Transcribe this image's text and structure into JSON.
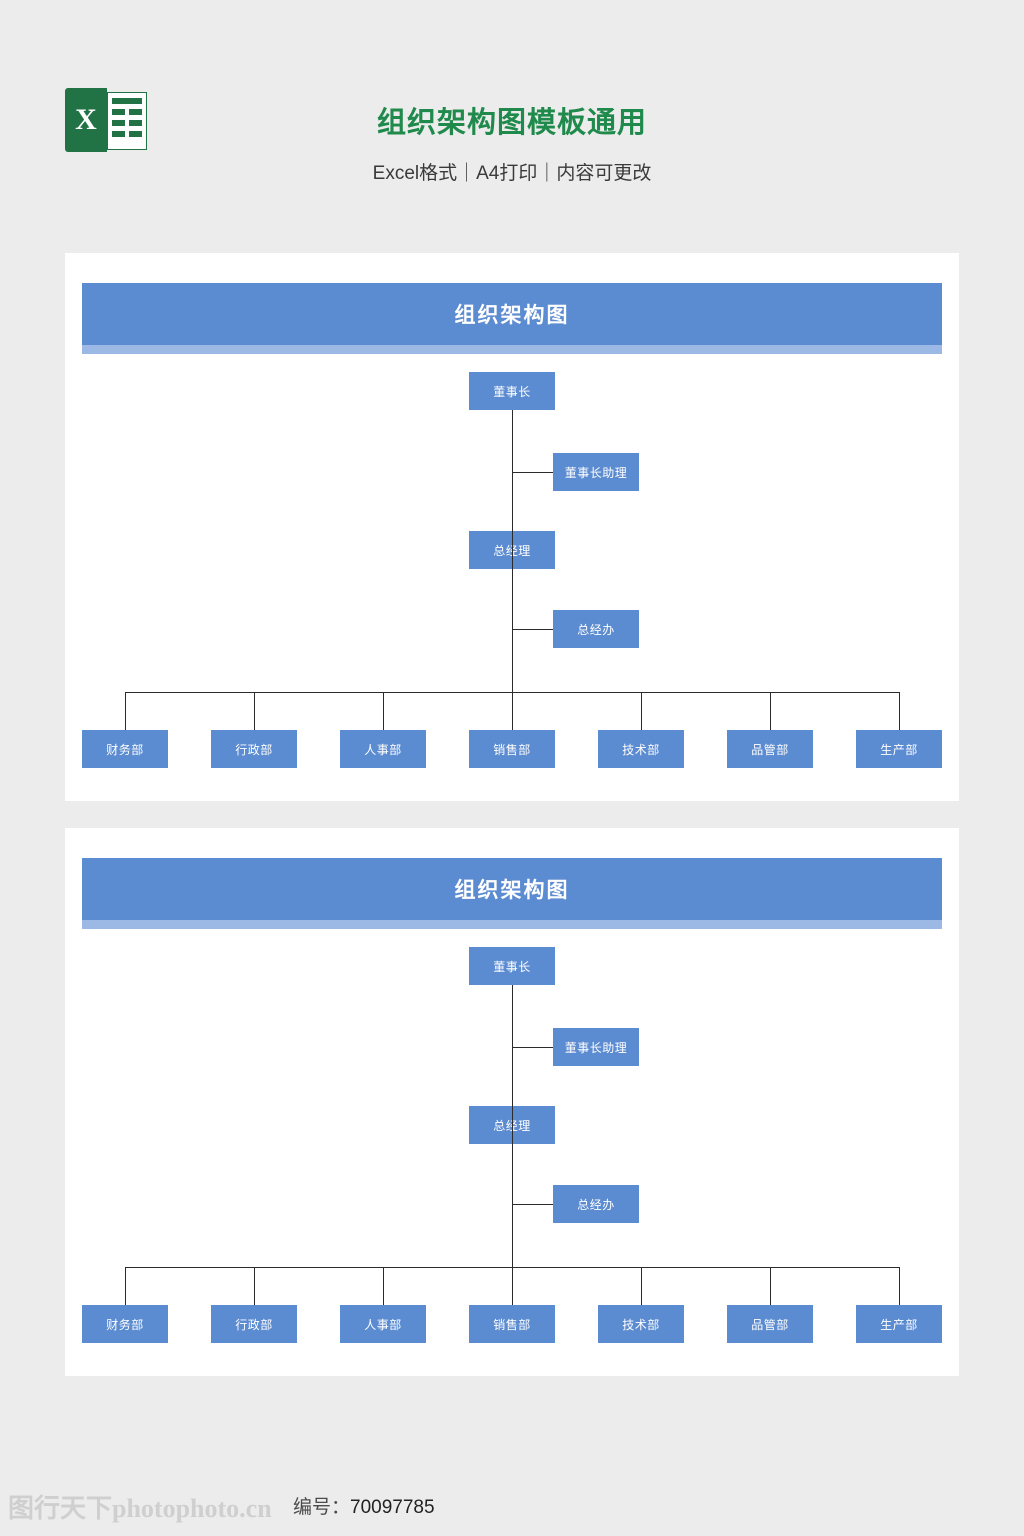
{
  "header": {
    "logo_letter": "X",
    "title": "组织架构图模板通用",
    "subtitle": "Excel格式｜A4打印｜内容可更改"
  },
  "cards": [
    {
      "banner_title": "组织架构图",
      "chart": {
        "chairman": "董事长",
        "chairman_assistant": "董事长助理",
        "general_manager": "总经理",
        "gm_office": "总经办",
        "departments": [
          "财务部",
          "行政部",
          "人事部",
          "销售部",
          "技术部",
          "品管部",
          "生产部"
        ]
      }
    },
    {
      "banner_title": "组织架构图",
      "chart": {
        "chairman": "董事长",
        "chairman_assistant": "董事长助理",
        "general_manager": "总经理",
        "gm_office": "总经办",
        "departments": [
          "财务部",
          "行政部",
          "人事部",
          "销售部",
          "技术部",
          "品管部",
          "生产部"
        ]
      }
    }
  ],
  "footer": {
    "watermark": "图行天下photophoto.cn",
    "code_label": "编号：",
    "code_value": "70097785"
  },
  "colors": {
    "node_blue": "#5b8bd0",
    "banner_shadow": "#9cb8e4",
    "title_green": "#1f8a4c",
    "page_bg": "#ececec"
  }
}
